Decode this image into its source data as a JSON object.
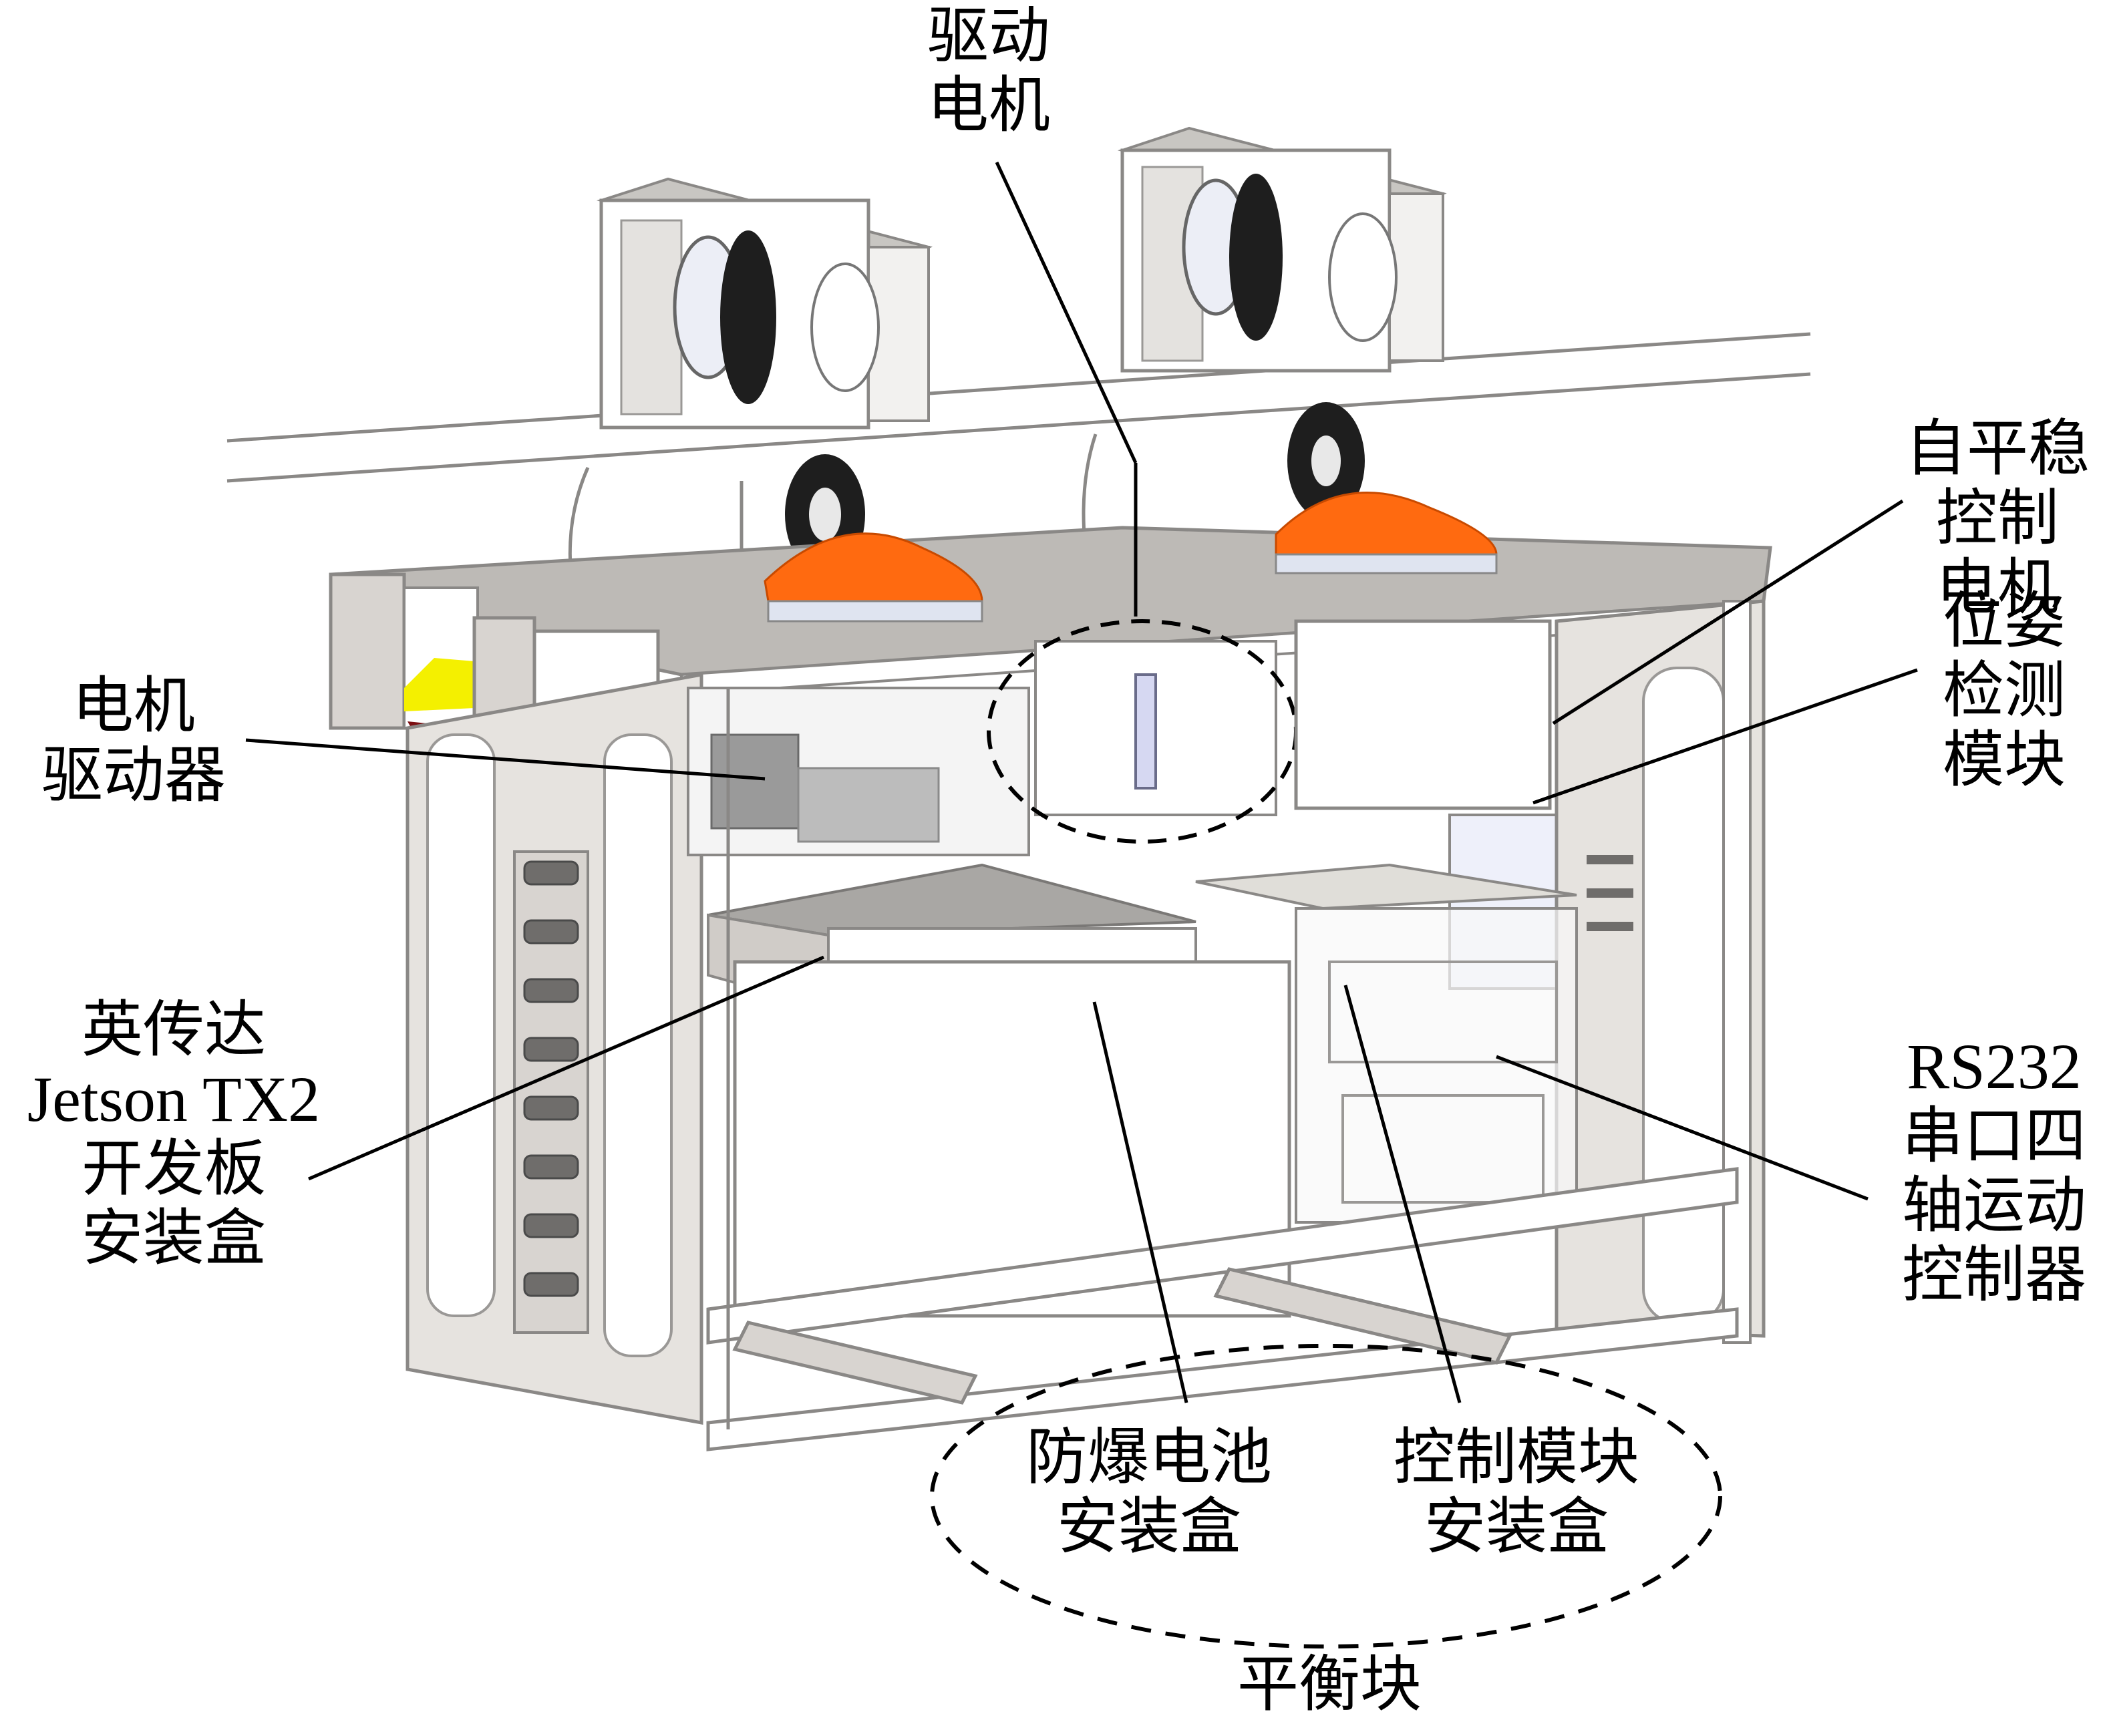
{
  "figure": {
    "subject": "Rail-mounted inspection robot mechanical structure",
    "colors": {
      "frame_plate": "#d8d4d0",
      "frame_edge": "#8a8886",
      "dark_top": "#a9a7a4",
      "tire": "#1e1e1e",
      "orange_cover": "#ff6a10",
      "yellow_part": "#f4f000",
      "red_part": "#7c0f12",
      "blue_tint": "#c9cbee",
      "driver_box": "#9a9a9a",
      "leader": "#000000",
      "background": "#ffffff"
    }
  },
  "labels": {
    "drive_motor": [
      "驱动",
      "电机"
    ],
    "self_stabilizing_motor": [
      "自平稳",
      "控制",
      "电机"
    ],
    "pose_detection": [
      "位姿",
      "检测",
      "模块"
    ],
    "rs232_controller": [
      "RS232",
      "串口四",
      "轴运动",
      "控制器"
    ],
    "motor_driver": [
      "电机",
      "驱动器"
    ],
    "jetson_box": [
      "英传达",
      "Jetson TX2",
      "开发板",
      "安装盒"
    ],
    "battery_box": [
      "防爆电池",
      "安装盒"
    ],
    "control_box": [
      "控制模块",
      "安装盒"
    ],
    "counterweight": "平衡块"
  }
}
